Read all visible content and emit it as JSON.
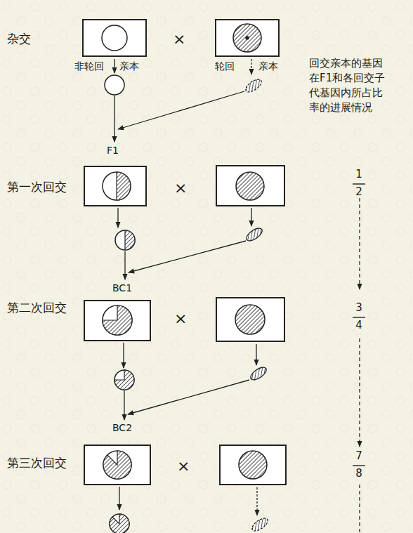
{
  "diagram": {
    "labels": [
      "杂交",
      "×",
      "非轮回",
      "亲本",
      "轮回",
      "亲本",
      "回交亲本的基因在F1和各回交子代基因内所占比率的进展情况",
      "1",
      "2",
      "F1",
      "第一次回交",
      "×",
      "BC1",
      "3",
      "4",
      "第二次回交",
      "×",
      "BC2",
      "7",
      "8",
      "第三次回交",
      "×"
    ]
  }
}
